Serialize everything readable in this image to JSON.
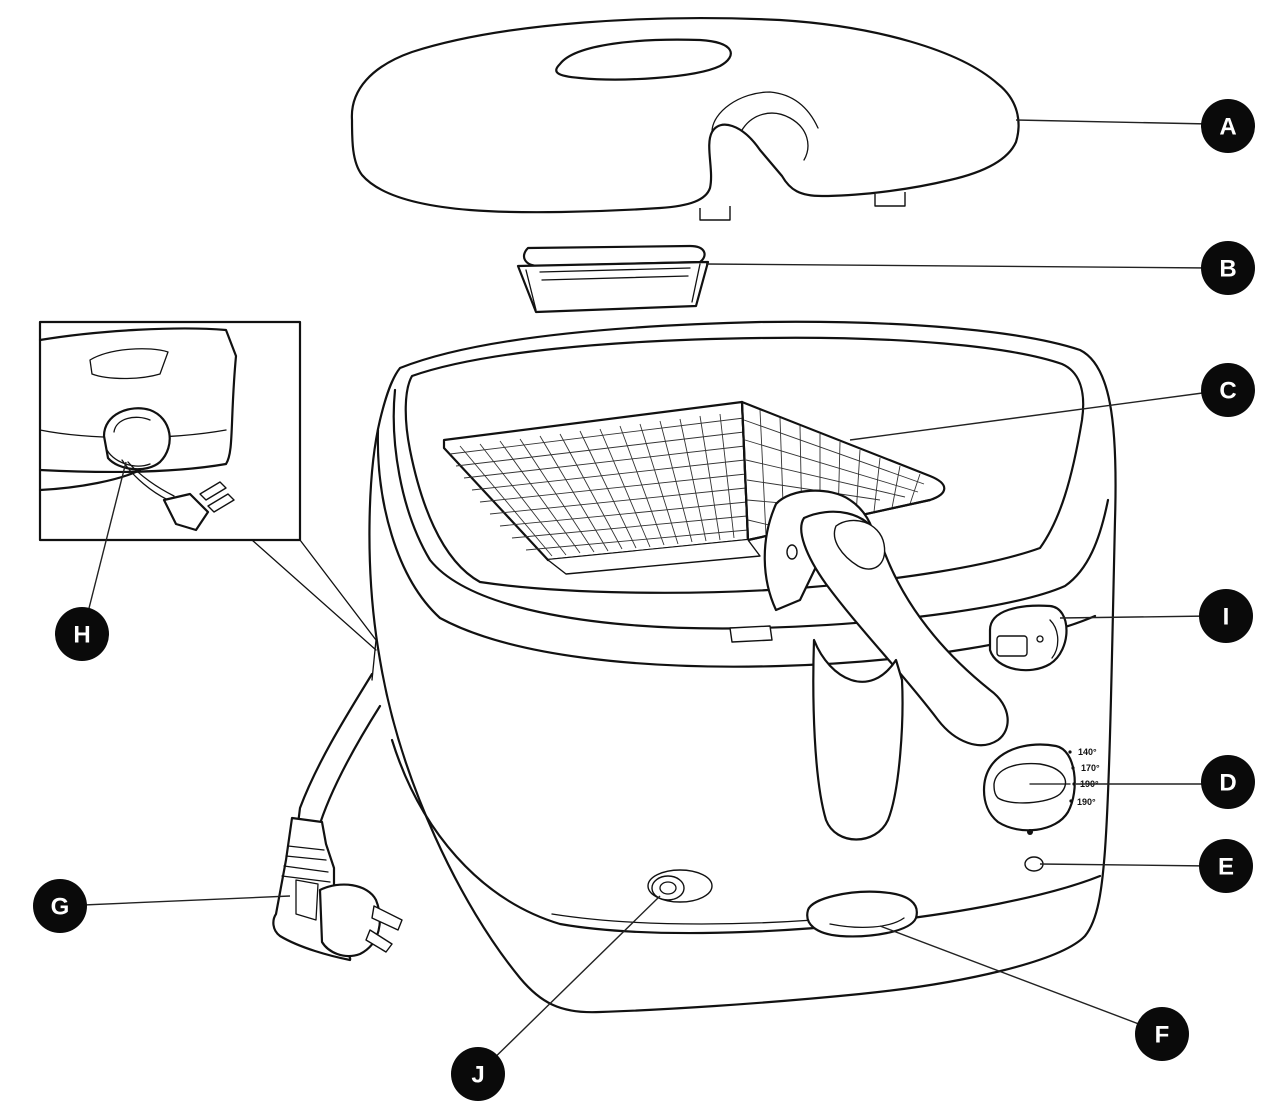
{
  "callouts": [
    {
      "id": "a",
      "letter": "A"
    },
    {
      "id": "b",
      "letter": "B"
    },
    {
      "id": "c",
      "letter": "C"
    },
    {
      "id": "i",
      "letter": "I"
    },
    {
      "id": "d",
      "letter": "D"
    },
    {
      "id": "e",
      "letter": "E"
    },
    {
      "id": "f",
      "letter": "F"
    },
    {
      "id": "g",
      "letter": "G"
    },
    {
      "id": "h",
      "letter": "H"
    },
    {
      "id": "j",
      "letter": "J"
    }
  ],
  "thermostat_scale": [
    "140°",
    "170°",
    "190°",
    "190°"
  ]
}
